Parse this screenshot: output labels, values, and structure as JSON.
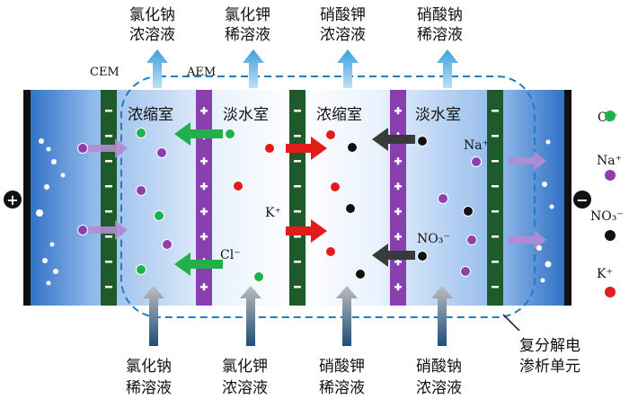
{
  "top_labels": [
    {
      "line1": "氯化钠",
      "line2": "浓溶液"
    },
    {
      "line1": "氯化钾",
      "line2": "稀溶液"
    },
    {
      "line1": "硝酸钾",
      "line2": "浓溶液"
    },
    {
      "line1": "硝酸钠",
      "line2": "稀溶液"
    }
  ],
  "bottom_labels": [
    {
      "line1": "氯化钠",
      "line2": "稀溶液"
    },
    {
      "line1": "氯化钾",
      "line2": "浓溶液"
    },
    {
      "line1": "硝酸钾",
      "line2": "稀溶液"
    },
    {
      "line1": "硝酸钠",
      "line2": "浓溶液"
    }
  ],
  "membranes": {
    "cem": "CEM",
    "aem": "AEM"
  },
  "chambers": [
    "浓缩室",
    "淡水室",
    "浓缩室",
    "淡水室"
  ],
  "unit_label": {
    "line1": "复分解电",
    "line2": "渗析单元"
  },
  "ion_labels": {
    "cl": "Cl⁻",
    "k": "K⁺",
    "na": "Na⁺",
    "no3": "NO₃⁻"
  },
  "legend": [
    {
      "label": "Cl⁻",
      "color": "#1db34a"
    },
    {
      "label": "Na⁺",
      "color": "#8e3fae"
    },
    {
      "label": "NO₃⁻",
      "color": "#111111"
    },
    {
      "label": "K⁺",
      "color": "#e21b1b"
    }
  ],
  "electrodes": {
    "anode": "+",
    "cathode": "−"
  }
}
